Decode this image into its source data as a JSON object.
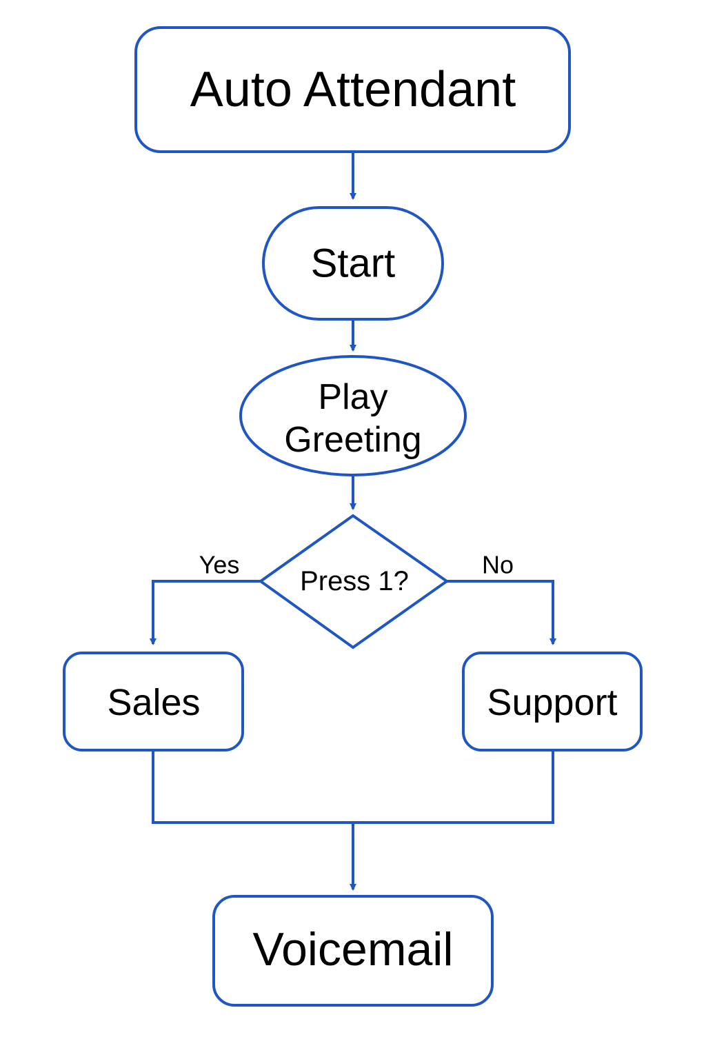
{
  "colors": {
    "stroke": "#1f56c4",
    "fill": "#ffffff",
    "text": "#000000"
  },
  "nodes": {
    "title": {
      "label": "Auto Attendant",
      "shape": "rounded-rectangle"
    },
    "start": {
      "label": "Start",
      "shape": "terminator"
    },
    "greeting": {
      "line1": "Play",
      "line2": "Greeting",
      "shape": "ellipse"
    },
    "decision": {
      "label": "Press 1?",
      "shape": "diamond"
    },
    "sales": {
      "label": "Sales",
      "shape": "rounded-rectangle"
    },
    "support": {
      "label": "Support",
      "shape": "rounded-rectangle"
    },
    "voicemail": {
      "label": "Voicemail",
      "shape": "rounded-rectangle"
    }
  },
  "edges": {
    "yes_label": "Yes",
    "no_label": "No"
  }
}
